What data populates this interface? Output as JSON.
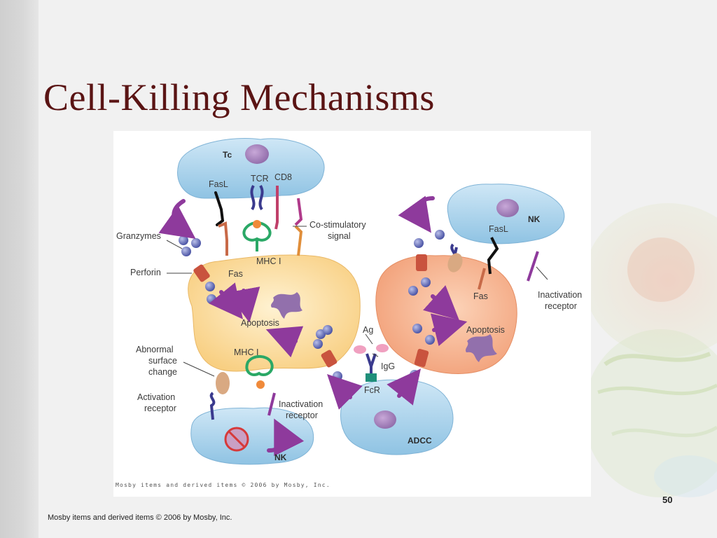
{
  "slide": {
    "title": "Cell-Killing Mechanisms",
    "page_number": "50",
    "footer": "Mosby items and derived items © 2006 by Mosby, Inc."
  },
  "figure": {
    "credit": "Mosby items and derived items © 2006 by Mosby, Inc.",
    "labels": {
      "tc": "Tc",
      "fasl_tc": "FasL",
      "tcr": "TCR",
      "cd8": "CD8",
      "co_stim_1": "Co-stimulatory",
      "co_stim_2": "signal",
      "granzymes": "Granzymes",
      "perforin": "Perforin",
      "mhc1_top": "MHC I",
      "fas_left": "Fas",
      "apoptosis_left": "Apoptosis",
      "abnormal_1": "Abnormal",
      "abnormal_2": "surface",
      "abnormal_3": "change",
      "mhc1_mid": "MHC I",
      "activation_1": "Activation",
      "activation_2": "receptor",
      "inact_bottom_1": "Inactivation",
      "inact_bottom_2": "receptor",
      "nk_bottom": "NK",
      "ag": "Ag",
      "igg": "IgG",
      "fcr": "FcR",
      "adcc": "ADCC",
      "nk_top": "NK",
      "fasl_nk": "FasL",
      "fas_right": "Fas",
      "apoptosis_right": "Apoptosis",
      "inact_right_1": "Inactivation",
      "inact_right_2": "receptor"
    }
  },
  "colors": {
    "title": "#5a1414",
    "effector_cell": "#a9d3ec",
    "target_left": "#fbd99a",
    "target_right": "#f6b08c",
    "arrow": "#8e3a9c",
    "granule": "#5d66b4"
  }
}
